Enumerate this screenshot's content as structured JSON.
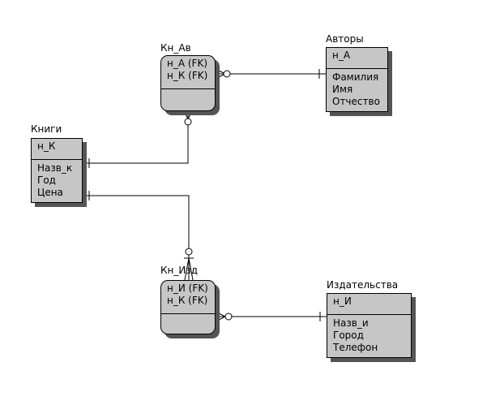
{
  "entities": {
    "kn_av": {
      "title": "Кн_Ав",
      "keys": [
        "н_А (FK)",
        "н_К (FK)"
      ],
      "attrs": []
    },
    "avtory": {
      "title": "Авторы",
      "keys": [
        "н_А"
      ],
      "attrs": [
        "Фамилия",
        "Имя",
        "Отчество"
      ]
    },
    "knigi": {
      "title": "Книги",
      "keys": [
        "н_К"
      ],
      "attrs": [
        "Назв_к",
        "Год",
        "Цена"
      ]
    },
    "kn_izd": {
      "title": "Кн_Изд",
      "keys": [
        "н_И (FK)",
        "н_К (FK)"
      ],
      "attrs": []
    },
    "izdatelstva": {
      "title": "Издательства",
      "keys": [
        "н_И"
      ],
      "attrs": [
        "Назв_и",
        "Город",
        "Телефон"
      ]
    }
  }
}
